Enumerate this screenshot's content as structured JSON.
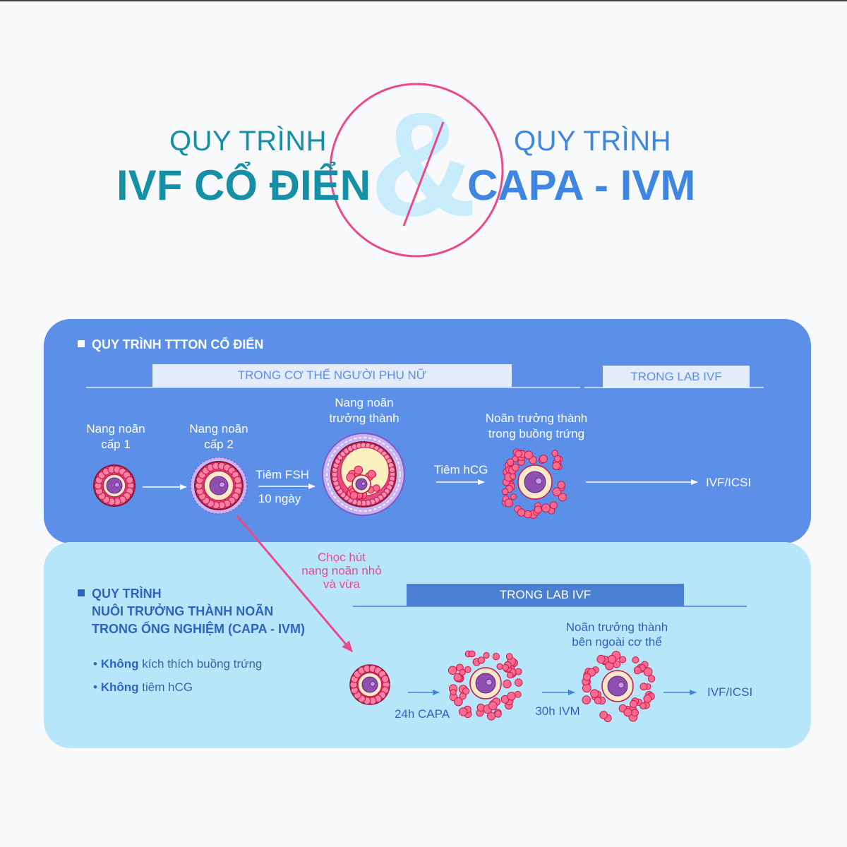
{
  "header": {
    "left_line1": "QUY TRÌNH",
    "left_line2": "IVF CỔ ĐIỂN",
    "ampersand": "&",
    "right_line1": "QUY TRÌNH",
    "right_line2": "CAPA - IVM"
  },
  "classic": {
    "title": "QUY TRÌNH TTTON CỔ ĐIỂN",
    "band_body": "TRONG CƠ THỂ NGƯỜI PHỤ NỮ",
    "band_lab": "TRONG LAB IVF",
    "stage1": [
      "Nang noãn",
      "cấp 1"
    ],
    "stage2": [
      "Nang noãn",
      "cấp 2"
    ],
    "stage3": [
      "Nang noãn",
      "trưởng thành"
    ],
    "stage4": [
      "Noãn trưởng thành",
      "trong buồng trứng"
    ],
    "fsh": "Tiêm FSH",
    "days": "10 ngày",
    "hcg": "Tiêm hCG",
    "result": "IVF/ICSI"
  },
  "aspiration": [
    "Chọc hút",
    "nang noãn nhỏ",
    "và vừa"
  ],
  "capa": {
    "title": [
      "QUY TRÌNH",
      "NUÔI TRƯỞNG THÀNH NOÃN",
      "TRONG ỐNG NGHIỆM (CAPA - IVM)"
    ],
    "band_lab": "TRONG LAB IVF",
    "bullet1_bold": "Không",
    "bullet1_rest": " kích thích buồng trứng",
    "bullet2_bold": "Không",
    "bullet2_rest": " tiêm hCG",
    "mature": [
      "Noãn trưởng thành",
      "bên ngoài cơ thể"
    ],
    "step1": "24h CAPA",
    "step2": "30h IVM",
    "result": "IVF/ICSI"
  },
  "colors": {
    "teal": "#1590a6",
    "blue": "#3e86e0",
    "pink": "#e94b8a",
    "panel_top": "#5b8fe8",
    "panel_bottom": "#b7e6fa",
    "ampersand": "#c8ecfb",
    "band_light": "#e4ecf9",
    "band_dark": "#4a7fd2"
  }
}
